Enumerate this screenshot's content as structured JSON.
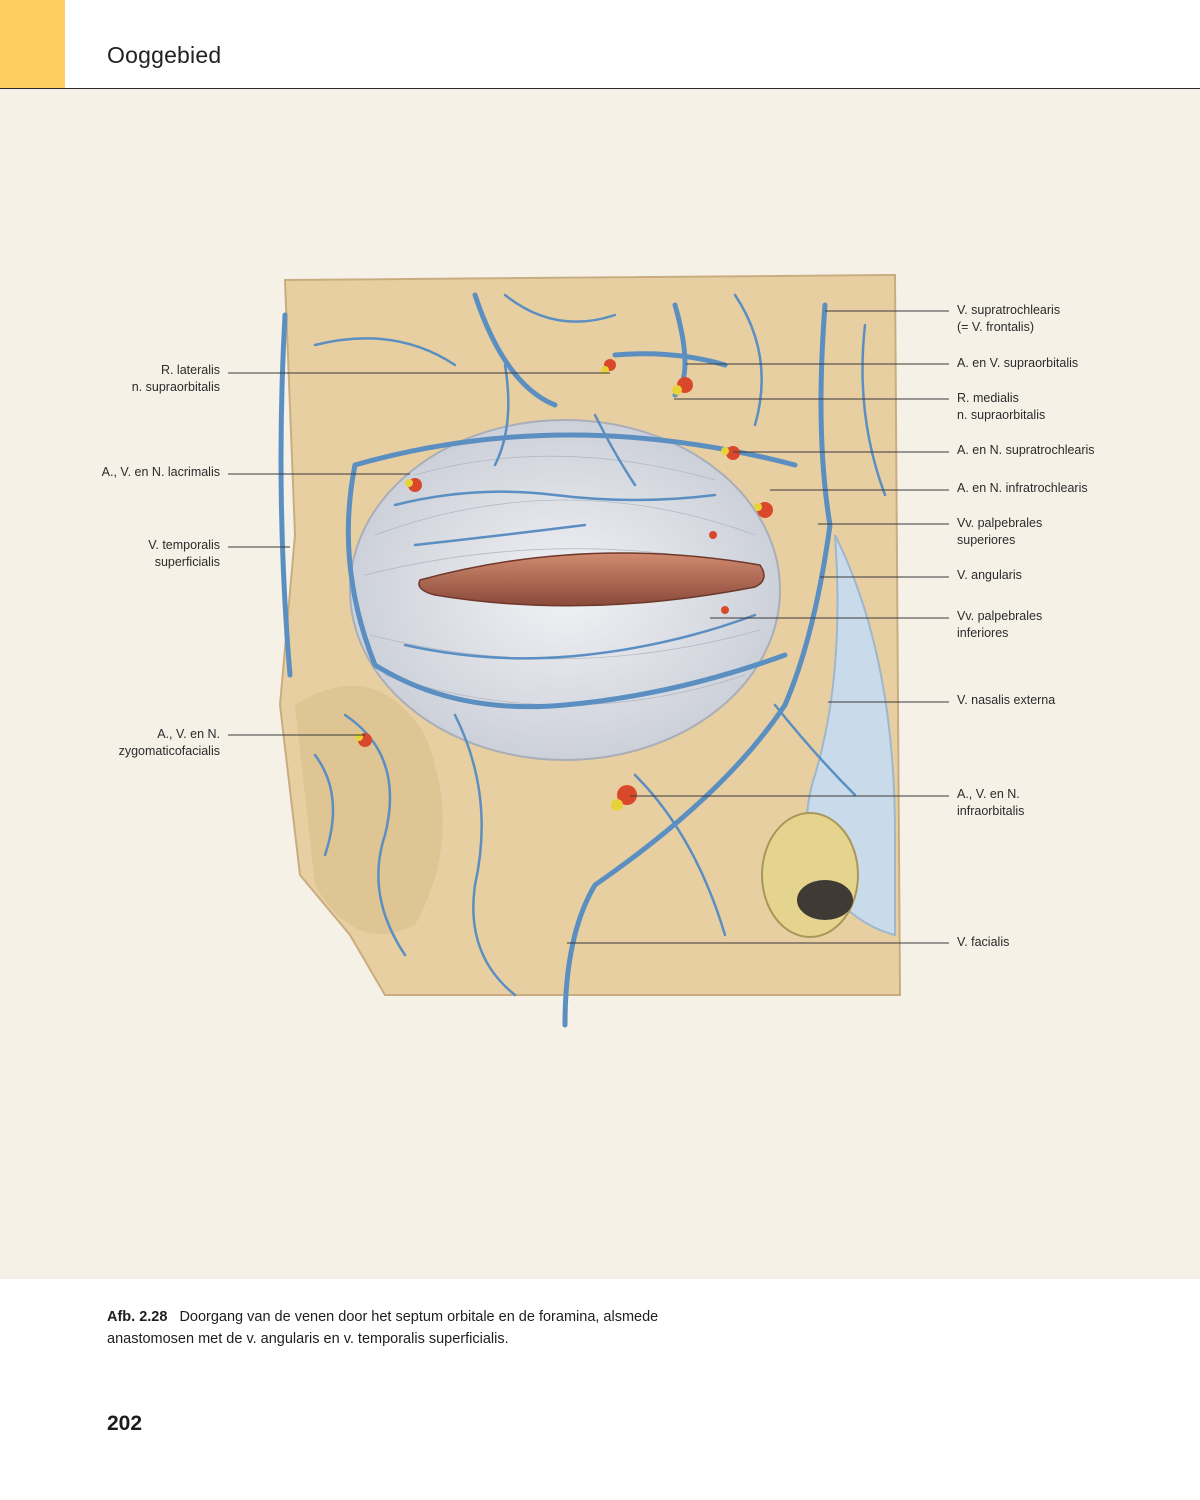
{
  "header": {
    "chapter_title": "Ooggebied",
    "accent_color": "#fccf5f"
  },
  "figure": {
    "illustration_icon": "anatomical-eye-region-veins-illustration",
    "labels_left": [
      {
        "line1": "R. lateralis",
        "line2": "n. supraorbitalis"
      },
      {
        "line1": "A., V. en N. lacrimalis",
        "line2": ""
      },
      {
        "line1": "V. temporalis",
        "line2": "superficialis"
      },
      {
        "line1": "A., V. en N.",
        "line2": "zygomaticofacialis"
      }
    ],
    "labels_right": [
      {
        "line1": "V. supratrochlearis",
        "line2": "(= V. frontalis)"
      },
      {
        "line1": "A. en V. supraorbitalis",
        "line2": ""
      },
      {
        "line1": "R. medialis",
        "line2": "n. supraorbitalis"
      },
      {
        "line1": "A. en N. supratrochlearis",
        "line2": ""
      },
      {
        "line1": "A. en N. infratrochlearis",
        "line2": ""
      },
      {
        "line1": "Vv. palpebrales",
        "line2": "superiores"
      },
      {
        "line1": "V. angularis",
        "line2": ""
      },
      {
        "line1": "Vv. palpebrales",
        "line2": "inferiores"
      },
      {
        "line1": "V. nasalis externa",
        "line2": ""
      },
      {
        "line1": "A., V. en N.",
        "line2": "infraorbitalis"
      },
      {
        "line1": "V. facialis",
        "line2": ""
      }
    ],
    "colors": {
      "panel_background": "#f5f1e7",
      "bone": "#e8cfa2",
      "vein": "#5b8fc2",
      "artery": "#d9482b",
      "nerve": "#e8d23a",
      "septum": "#dfe3ea",
      "eyelid": "#b86a52",
      "nose": "#c9dbea"
    }
  },
  "caption": {
    "figure_number": "Afb. 2.28",
    "text": "Doorgang van de venen door het septum orbitale en de foramina, alsmede anastomosen met de v. angularis en v. temporalis superficialis."
  },
  "page_number": "202"
}
